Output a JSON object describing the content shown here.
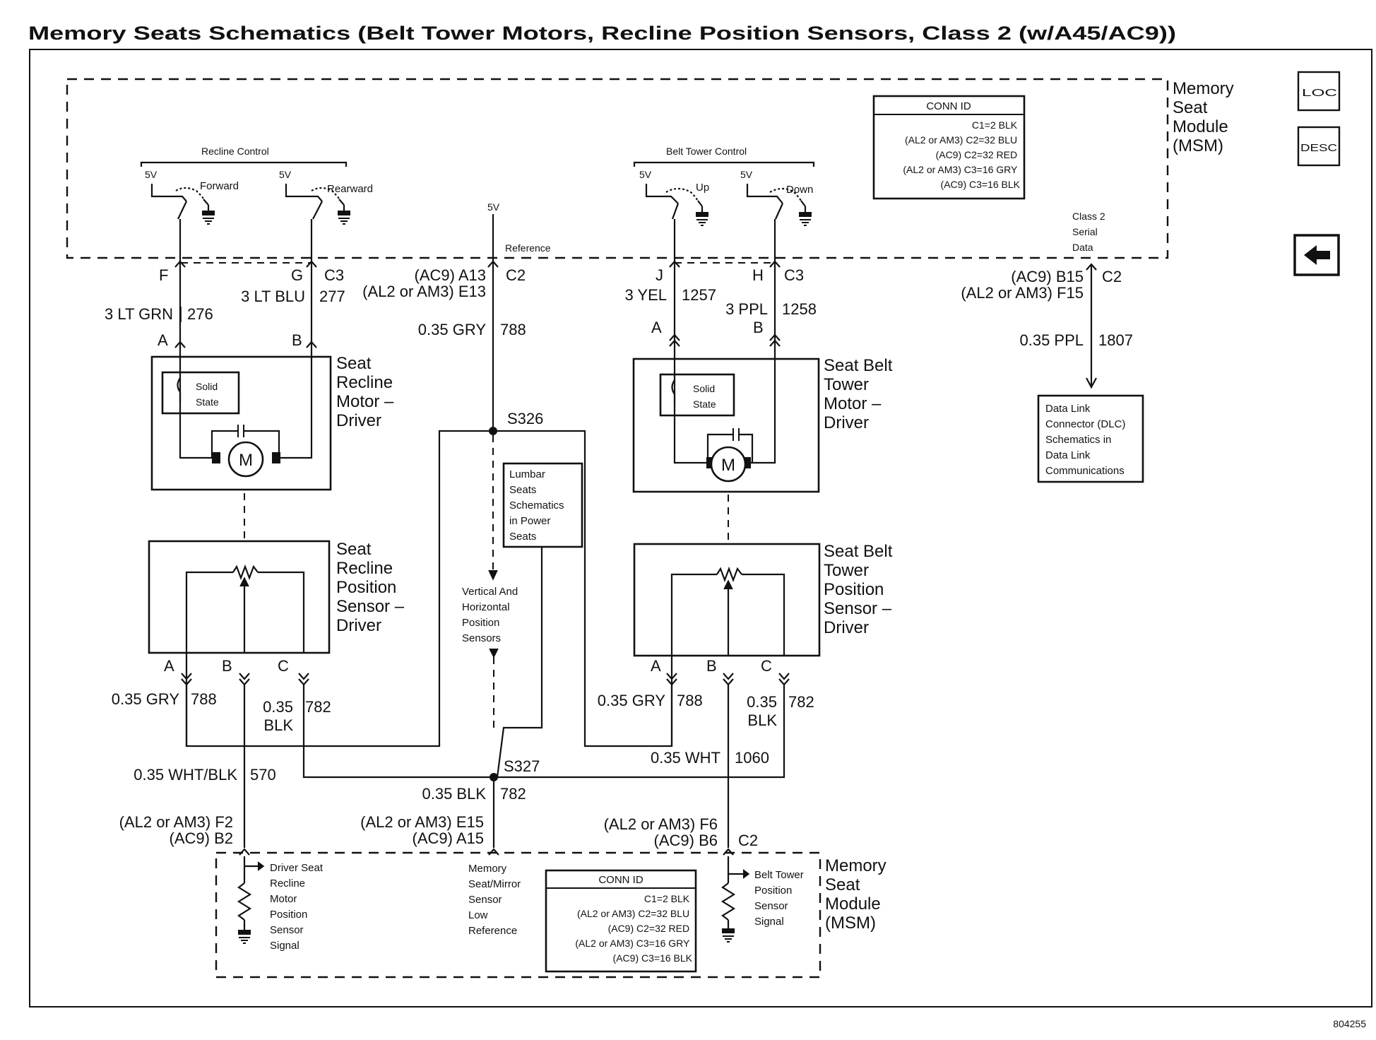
{
  "title": "Memory Seats Schematics (Belt Tower Motors, Recline Position Sensors, Class 2 (w/A45/AC9))",
  "figure_number": "804255",
  "nav": {
    "loc_label": "LOC",
    "desc_label": "DESC",
    "back_icon": "back-arrow-icon"
  },
  "msm_top": {
    "label_lines": [
      "Memory",
      "Seat",
      "Module",
      "(MSM)"
    ]
  },
  "msm_bottom": {
    "label_lines": [
      "Memory",
      "Seat",
      "Module",
      "(MSM)"
    ]
  },
  "conn_id_top": {
    "header": "CONN ID",
    "lines": [
      "C1=2 BLK",
      "(AL2 or AM3) C2=32 BLU",
      "(AC9) C2=32 RED",
      "(AL2 or AM3) C3=16 GRY",
      "(AC9) C3=16 BLK"
    ]
  },
  "conn_id_bottom": {
    "header": "CONN ID",
    "lines": [
      "C1=2 BLK",
      "(AL2 or AM3) C2=32 BLU",
      "(AC9) C2=32 RED",
      "(AL2 or AM3) C3=16 GRY",
      "(AC9) C3=16 BLK"
    ]
  },
  "recline_control": {
    "label": "Recline Control",
    "forward": {
      "supply": "5V",
      "label": "Forward"
    },
    "rearward": {
      "supply": "5V",
      "label": "Rearward"
    }
  },
  "belt_tower_control": {
    "label": "Belt Tower Control",
    "up": {
      "supply": "5V",
      "label": "Up"
    },
    "down": {
      "supply": "5V",
      "label": "Down"
    }
  },
  "reference": {
    "supply": "5V",
    "label": "Reference"
  },
  "class2": {
    "label_lines": [
      "Class 2",
      "Serial",
      "Data"
    ]
  },
  "pins": {
    "f": "F",
    "g": "G",
    "c3_left": "C3",
    "a13": "(AC9) A13",
    "e13": "(AL2 or AM3) E13",
    "c2_top": "C2",
    "j": "J",
    "h": "H",
    "c3_right": "C3",
    "b15": "(AC9) B15",
    "f15": "(AL2 or AM3) F15",
    "c2_right": "C2",
    "f2": "(AL2 or AM3) F2",
    "b2": "(AC9) B2",
    "e15": "(AL2 or AM3) E15",
    "a15": "(AC9) A15",
    "f6": "(AL2 or AM3) F6",
    "b6": "(AC9) B6",
    "c2_bottom": "C2"
  },
  "wires": {
    "ltgrn": {
      "gauge_color": "3 LT GRN",
      "circuit": "276"
    },
    "ltblu": {
      "gauge_color": "3 LT BLU",
      "circuit": "277"
    },
    "gry_ref": {
      "gauge_color": "0.35 GRY",
      "circuit": "788"
    },
    "yel": {
      "gauge_color": "3 YEL",
      "circuit": "1257"
    },
    "ppl": {
      "gauge_color": "3 PPL",
      "circuit": "1258"
    },
    "ppl_data": {
      "gauge_color": "0.35 PPL",
      "circuit": "1807"
    },
    "gry_left": {
      "gauge_color": "0.35 GRY",
      "circuit": "788"
    },
    "blk_left": {
      "gauge_color_lines": [
        "0.35",
        "BLK"
      ],
      "circuit": "782"
    },
    "gry_right": {
      "gauge_color": "0.35 GRY",
      "circuit": "788"
    },
    "blk_right": {
      "gauge_color_lines": [
        "0.35",
        "BLK"
      ],
      "circuit": "782"
    },
    "wht_blk": {
      "gauge_color": "0.35 WHT/BLK",
      "circuit": "570"
    },
    "wht": {
      "gauge_color": "0.35 WHT",
      "circuit": "1060"
    },
    "blk_low": {
      "gauge_color": "0.35 BLK",
      "circuit": "782"
    }
  },
  "splices": {
    "s326": "S326",
    "s327": "S327"
  },
  "recline_motor": {
    "name_lines": [
      "Seat",
      "Recline",
      "Motor –",
      "Driver"
    ],
    "solid_state_lines": [
      "Solid",
      "State"
    ],
    "pin_a": "A",
    "pin_b": "B",
    "motor": "M"
  },
  "belt_motor": {
    "name_lines": [
      "Seat Belt",
      "Tower",
      "Motor –",
      "Driver"
    ],
    "solid_state_lines": [
      "Solid",
      "State"
    ],
    "pin_a": "A",
    "pin_b": "B",
    "motor": "M"
  },
  "recline_sensor": {
    "name_lines": [
      "Seat",
      "Recline",
      "Position",
      "Sensor –",
      "Driver"
    ],
    "pin_a": "A",
    "pin_b": "B",
    "pin_c": "C"
  },
  "belt_sensor": {
    "name_lines": [
      "Seat Belt",
      "Tower",
      "Position",
      "Sensor –",
      "Driver"
    ],
    "pin_a": "A",
    "pin_b": "B",
    "pin_c": "C"
  },
  "lumbar_ref": {
    "lines": [
      "Lumbar",
      "Seats",
      "Schematics",
      "in Power",
      "Seats"
    ]
  },
  "vh_sensors": {
    "lines": [
      "Vertical And",
      "Horizontal",
      "Position",
      "Sensors"
    ]
  },
  "dlc_ref": {
    "lines": [
      "Data Link",
      "Connector (DLC)",
      "Schematics in",
      "Data Link",
      "Communications"
    ]
  },
  "recline_signal": {
    "lines": [
      "Driver Seat",
      "Recline",
      "Motor",
      "Position",
      "Sensor",
      "Signal"
    ]
  },
  "low_ref": {
    "lines": [
      "Memory",
      "Seat/Mirror",
      "Sensor",
      "Low",
      "Reference"
    ]
  },
  "belt_signal": {
    "lines": [
      "Belt Tower",
      "Position",
      "Sensor",
      "Signal"
    ]
  }
}
